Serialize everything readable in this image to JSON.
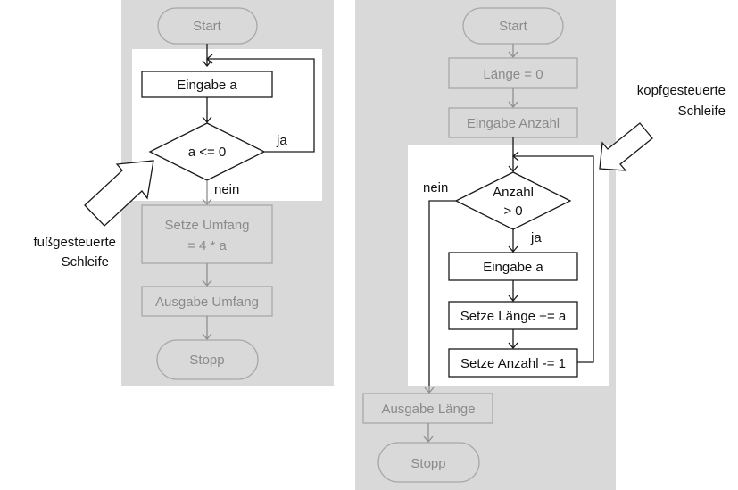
{
  "left": {
    "start": "Start",
    "input_a": "Eingabe a",
    "condition": "a <= 0",
    "yes": "ja",
    "no": "nein",
    "set_perimeter_l1": "Setze Umfang",
    "set_perimeter_l2": "= 4 * a",
    "output": "Ausgabe Umfang",
    "stop": "Stopp",
    "annotation_l1": "fußgesteuerte",
    "annotation_l2": "Schleife"
  },
  "right": {
    "start": "Start",
    "length_init": "Länge = 0",
    "input_count": "Eingabe Anzahl",
    "condition_l1": "Anzahl",
    "condition_l2": "> 0",
    "yes": "ja",
    "no": "nein",
    "input_a": "Eingabe a",
    "set_length": "Setze Länge += a",
    "set_count": "Setze Anzahl -= 1",
    "output": "Ausgabe Länge",
    "stop": "Stopp",
    "annotation_l1": "kopfgesteuerte",
    "annotation_l2": "Schleife"
  }
}
